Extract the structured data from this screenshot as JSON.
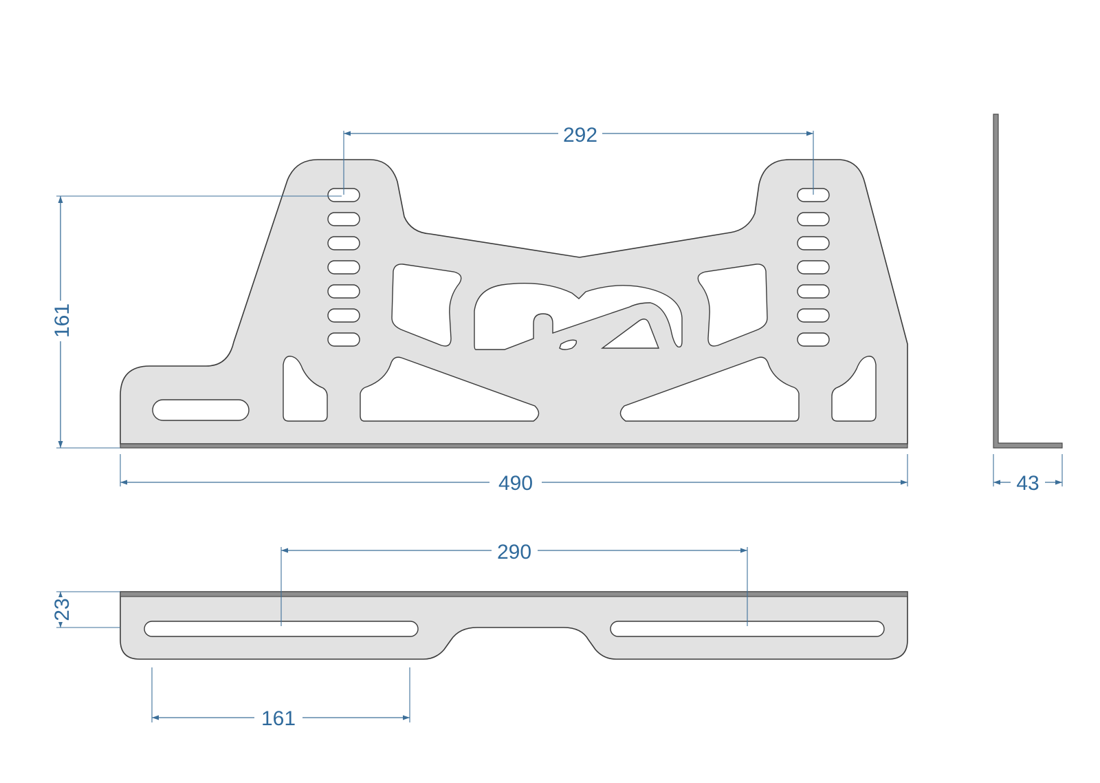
{
  "dimensions": {
    "slot_spacing_top": "292",
    "height": "161",
    "length": "490",
    "flange_width": "43",
    "slot_spacing_bottom": "290",
    "flange_depth": "23",
    "slot_length": "161"
  },
  "colors": {
    "plate_fill": "#e2e2e2",
    "flange_edge": "#8e8e8e",
    "dimension_blue": "#3c6f99",
    "background": "#ffffff"
  }
}
